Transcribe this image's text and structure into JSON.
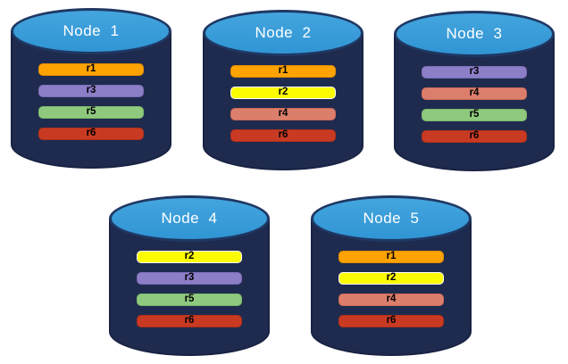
{
  "diagram": {
    "type": "database-replication-diagram",
    "nodes": [
      {
        "label": "Node  1",
        "replicas": [
          "r1",
          "r3",
          "r5",
          "r6"
        ]
      },
      {
        "label": "Node  2",
        "replicas": [
          "r1",
          "r2",
          "r4",
          "r6"
        ]
      },
      {
        "label": "Node  3",
        "replicas": [
          "r3",
          "r4",
          "r5",
          "r6"
        ]
      },
      {
        "label": "Node  4",
        "replicas": [
          "r2",
          "r3",
          "r5",
          "r6"
        ]
      },
      {
        "label": "Node  5",
        "replicas": [
          "r1",
          "r2",
          "r4",
          "r6"
        ]
      }
    ],
    "replica_colors": {
      "r1": {
        "fill": "#FFA302",
        "border": "#E68E00",
        "text": "#000000"
      },
      "r2": {
        "fill": "#FBFB02",
        "border": "#FFFFFF",
        "text": "#000000"
      },
      "r3": {
        "fill": "#8C7EC7",
        "border": "#7C6DB8",
        "text": "#000000"
      },
      "r4": {
        "fill": "#DC7E6C",
        "border": "#CF6B58",
        "text": "#000000"
      },
      "r5": {
        "fill": "#8FC97E",
        "border": "#7DBA6C",
        "text": "#000000"
      },
      "r6": {
        "fill": "#C93A23",
        "border": "#B23019",
        "text": "#000000"
      }
    },
    "node_style": {
      "body_color": "#1F2B4E",
      "body_border": "#182243",
      "top_fill": "#3095D4",
      "top_fill_light": "#44A5DE",
      "top_border": "#1F3864",
      "title_color": "#FFFFFF"
    }
  }
}
